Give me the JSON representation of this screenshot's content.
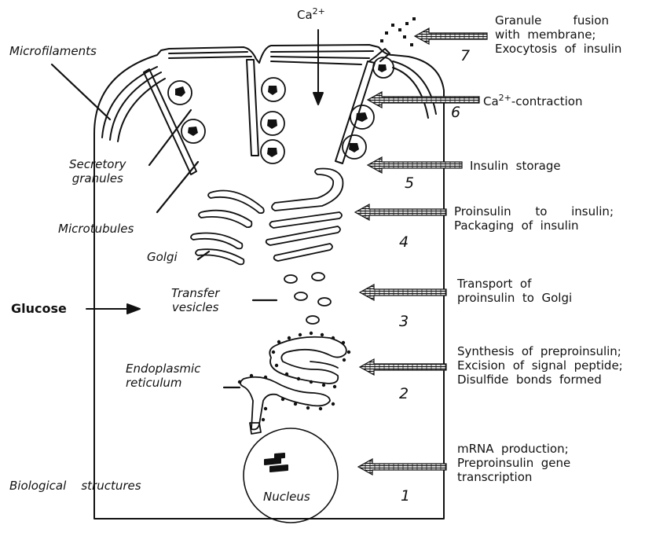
{
  "structures": {
    "microfilaments": "Microfilaments",
    "secretory_granules": [
      "Secretory",
      "granules"
    ],
    "microtubules": "Microtubules",
    "golgi": "Golgi",
    "transfer_vesicles": [
      "Transfer",
      "vesicles"
    ],
    "er": [
      "Endoplasmic",
      "reticulum"
    ],
    "nucleus": "Nucleus",
    "biological_structures": "Biological    structures",
    "glucose": "Glucose",
    "calcium_base": "Ca",
    "calcium_sup": "2+"
  },
  "steps": [
    {
      "number": "1",
      "lines": [
        "mRNA  production;",
        "Preproinsulin  gene",
        "transcription"
      ]
    },
    {
      "number": "2",
      "lines": [
        "Synthesis  of  preproinsulin;",
        "Excision  of  signal  peptide;",
        "Disulfide  bonds  formed"
      ]
    },
    {
      "number": "3",
      "lines": [
        "Transport  of",
        "proinsulin  to  Golgi"
      ]
    },
    {
      "number": "4",
      "lines": [
        "Proinsulin  to  insulin;",
        "Packaging  of  insulin"
      ]
    },
    {
      "number": "5",
      "lines": [
        "Insulin  storage"
      ]
    },
    {
      "number": "6",
      "lines": [
        "Ca",
        "2+",
        "-contraction"
      ]
    },
    {
      "number": "7",
      "lines": [
        "Granule  fusion",
        "with  membrane;",
        "Exocytosis  of  insulin"
      ]
    }
  ]
}
